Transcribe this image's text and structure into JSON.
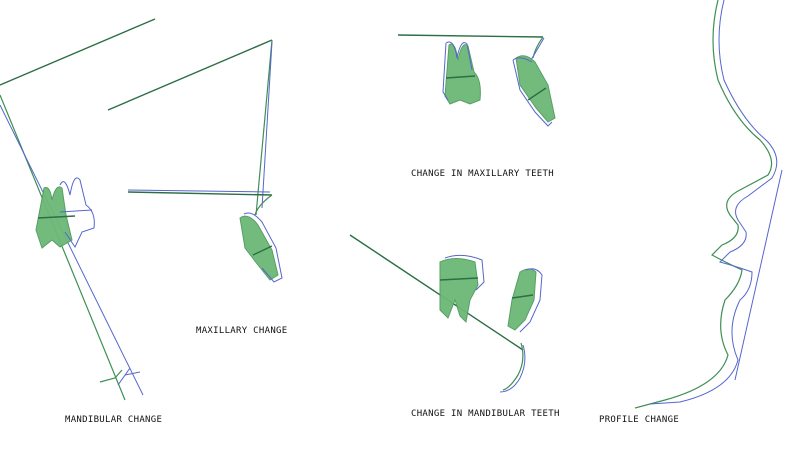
{
  "labels": {
    "mandibular_change": "MANDIBULAR CHANGE",
    "maxillary_change": "MAXILLARY CHANGE",
    "change_maxillary_teeth": "CHANGE IN MAXILLARY TEETH",
    "change_mandibular_teeth": "CHANGE IN MANDIBULAR TEETH",
    "profile_change": "PROFILE CHANGE"
  },
  "colors": {
    "before_trace": "#3f8f55",
    "after_trace": "#5566cc",
    "tooth_fill": "#6cb877"
  }
}
